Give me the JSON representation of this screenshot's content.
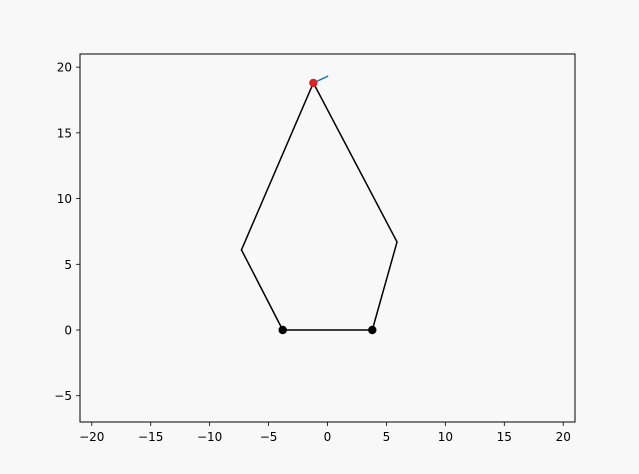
{
  "chart_data": {
    "type": "line",
    "title": "",
    "xlabel": "",
    "ylabel": "",
    "xlim": [
      -21,
      21
    ],
    "ylim": [
      21,
      -7
    ],
    "y_inverted": true,
    "grid": false,
    "xticks": [
      -20,
      -15,
      -10,
      -5,
      0,
      5,
      10,
      15,
      20
    ],
    "yticks": [
      -5,
      0,
      5,
      10,
      15,
      20
    ],
    "xtick_labels": [
      "−20",
      "−15",
      "−10",
      "−5",
      "0",
      "5",
      "10",
      "15",
      "20"
    ],
    "ytick_labels": [
      "−5",
      "0",
      "5",
      "10",
      "15",
      "20"
    ],
    "series": [
      {
        "style": "black-line",
        "color": "#000000",
        "x": [
          -7.3,
          -3.8,
          3.8,
          5.9,
          -1.2,
          -7.3
        ],
        "y": [
          6.1,
          0.0,
          0.0,
          6.7,
          18.8,
          6.1
        ]
      },
      {
        "style": "blue-line",
        "color": "#1f77b4",
        "x": [
          -1.2,
          0.0
        ],
        "y": [
          18.8,
          19.3
        ]
      },
      {
        "style": "black-points",
        "color": "#000000",
        "x": [
          -3.8,
          3.8
        ],
        "y": [
          0.0,
          0.0
        ]
      },
      {
        "style": "red-point",
        "color": "#d62728",
        "x": [
          -1.2
        ],
        "y": [
          18.8
        ]
      }
    ]
  }
}
